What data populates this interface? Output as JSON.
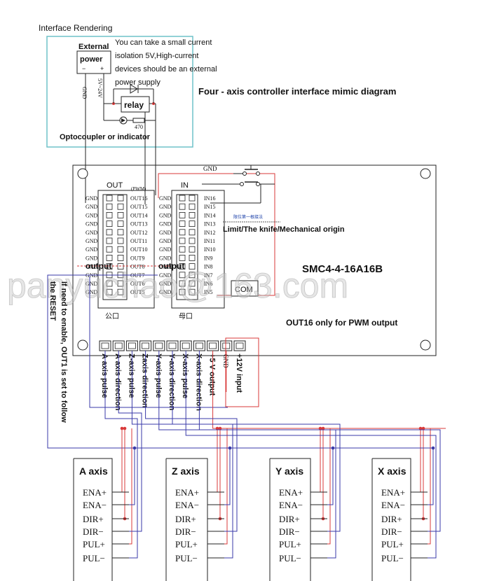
{
  "header": {
    "caption": "Interface Rendering",
    "diagram_title": "Four - axis controller interface mimic diagram"
  },
  "power_box": {
    "external_label": "External",
    "power_label": "power",
    "minus": "−",
    "plus": "+",
    "voltage": "5V~24V",
    "gnd": "GND",
    "note_lines": [
      "You can take a small current",
      "isolation 5V,High-current",
      "devices should be an external",
      "power supply"
    ],
    "relay_label": "relay",
    "resistor_value": "470",
    "optocoupler_label": "Optocoupler or indicator"
  },
  "board": {
    "model": "SMC4-4-16A16B",
    "com_label": "COM",
    "out_header": "OUT",
    "in_header": "IN",
    "pwm_tag": "(PWM)",
    "out_pins": [
      "OUT16",
      "OUT15",
      "OUT14",
      "OUT13",
      "OUT12",
      "OUT11",
      "OUT10",
      "OUT9",
      "OUT8",
      "OUT7",
      "OUT6",
      "OUT5"
    ],
    "in_pins": [
      "IN16",
      "IN15",
      "IN14",
      "IN13",
      "IN12",
      "IN11",
      "IN10",
      "IN9",
      "IN8",
      "IN7",
      "IN6",
      "IN5"
    ],
    "gnd_label": "GND",
    "out_overlay_left": "output",
    "out_overlay_right": "output",
    "male_port": "公口",
    "female_port": "母口",
    "limit_tiny": "限位第一根接法",
    "limit_label": "Limit/The knife/Mechanical origin",
    "pwm_note": "OUT16 only for PWM output",
    "gnd_top": "GND",
    "watermark": "panyuchao@163.com"
  },
  "terminals": {
    "labels": [
      "A axis pulse",
      "A axis direction",
      "Z-axis pulse",
      "Zaxis direction",
      "Y-axis pulse",
      "Y-axis direction",
      "X-axis pulse",
      "X-axis direction",
      "+5 V output",
      "GND",
      "+12V input"
    ]
  },
  "side_note": {
    "lines": [
      "If need to enable, OUT1 is set to follow",
      "the RESET"
    ]
  },
  "axes": [
    {
      "name": "A axis",
      "pins": [
        "ENA+",
        "ENA−",
        "DIR+",
        "DIR−",
        "PUL+",
        "PUL−"
      ]
    },
    {
      "name": "Z axis",
      "pins": [
        "ENA+",
        "ENA−",
        "DIR+",
        "DIR−",
        "PUL+",
        "PUL−"
      ]
    },
    {
      "name": "Y axis",
      "pins": [
        "ENA+",
        "ENA−",
        "DIR+",
        "DIR−",
        "PUL+",
        "PUL−"
      ]
    },
    {
      "name": "X axis",
      "pins": [
        "ENA+",
        "ENA−",
        "DIR+",
        "DIR−",
        "PUL+",
        "PUL−"
      ]
    }
  ],
  "colors": {
    "red_wire": "#d93a3a",
    "blue_wire": "#3a3aa8",
    "cyan_frame": "#6fc2c8",
    "line": "#222222"
  }
}
